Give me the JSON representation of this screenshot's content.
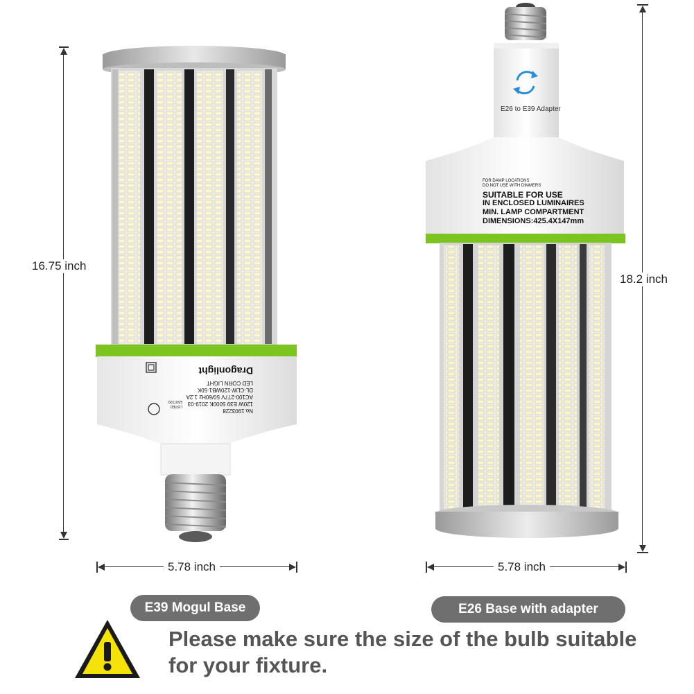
{
  "left_bulb": {
    "height_label": "16.75 inch",
    "width_label": "5.78 inch",
    "base_label": "E39 Mogul Base",
    "brand": "Dragonlight",
    "label_lines": [
      "LED CORN LIGHT",
      "DL-CLW-120WB1-50K",
      "AC100-277V 50/60Hz 1.2A",
      "120W E39 5000K 2019-03",
      "No.1903228"
    ],
    "listing_lines": [
      "LISTED",
      "E507329"
    ]
  },
  "right_bulb": {
    "height_label": "18.2 inch",
    "width_label": "5.78 inch",
    "base_label": "E26 Base with adapter",
    "adapter_text": "E26 to E39 Adapter",
    "notice_small": [
      "FOR DAMP LOCATIONS",
      "DO NOT USE WITH DIMMERS"
    ],
    "notice_large": [
      "SUITABLE FOR USE",
      "IN ENCLOSED LUMINAIRES",
      "MIN. LAMP COMPARTMENT",
      "DIMENSIONS:425.4X147mm"
    ]
  },
  "warning": {
    "text": "Please make sure the size of the bulb suitable for your fixture."
  },
  "colors": {
    "accent_green": "#7cc520",
    "pill_gray": "#6f6f6f",
    "warning_yellow": "#f4e20a"
  }
}
